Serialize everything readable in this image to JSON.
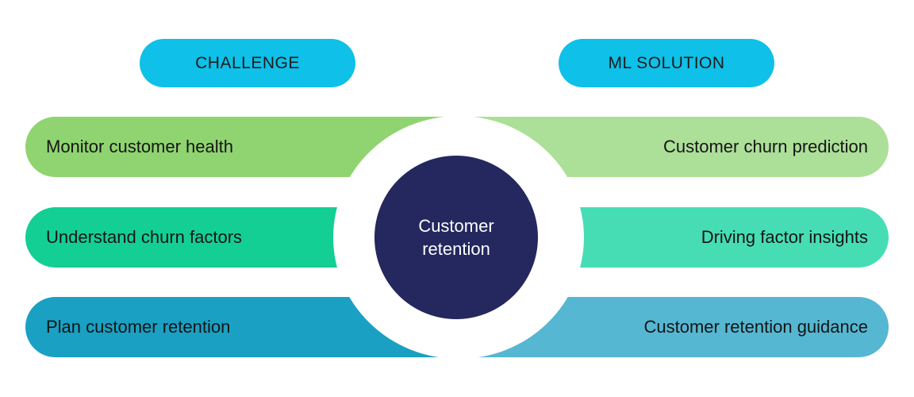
{
  "headers": {
    "left": "CHALLENGE",
    "right": "ML SOLUTION"
  },
  "rows": [
    {
      "challenge": "Monitor customer health",
      "solution": "Customer churn prediction",
      "color_left": "#8fd470",
      "color_right": "#acdf98"
    },
    {
      "challenge": "Understand churn factors",
      "solution": "Driving factor insights",
      "color_left": "#14cf94",
      "color_right": "#46ddb5"
    },
    {
      "challenge": "Plan customer retention",
      "solution": "Customer retention guidance",
      "color_left": "#1aa0c3",
      "color_right": "#55b7d2"
    }
  ],
  "center": {
    "line1": "Customer",
    "line2": "retention",
    "color": "#24285e"
  },
  "colors": {
    "header": "#0fc0e8"
  }
}
